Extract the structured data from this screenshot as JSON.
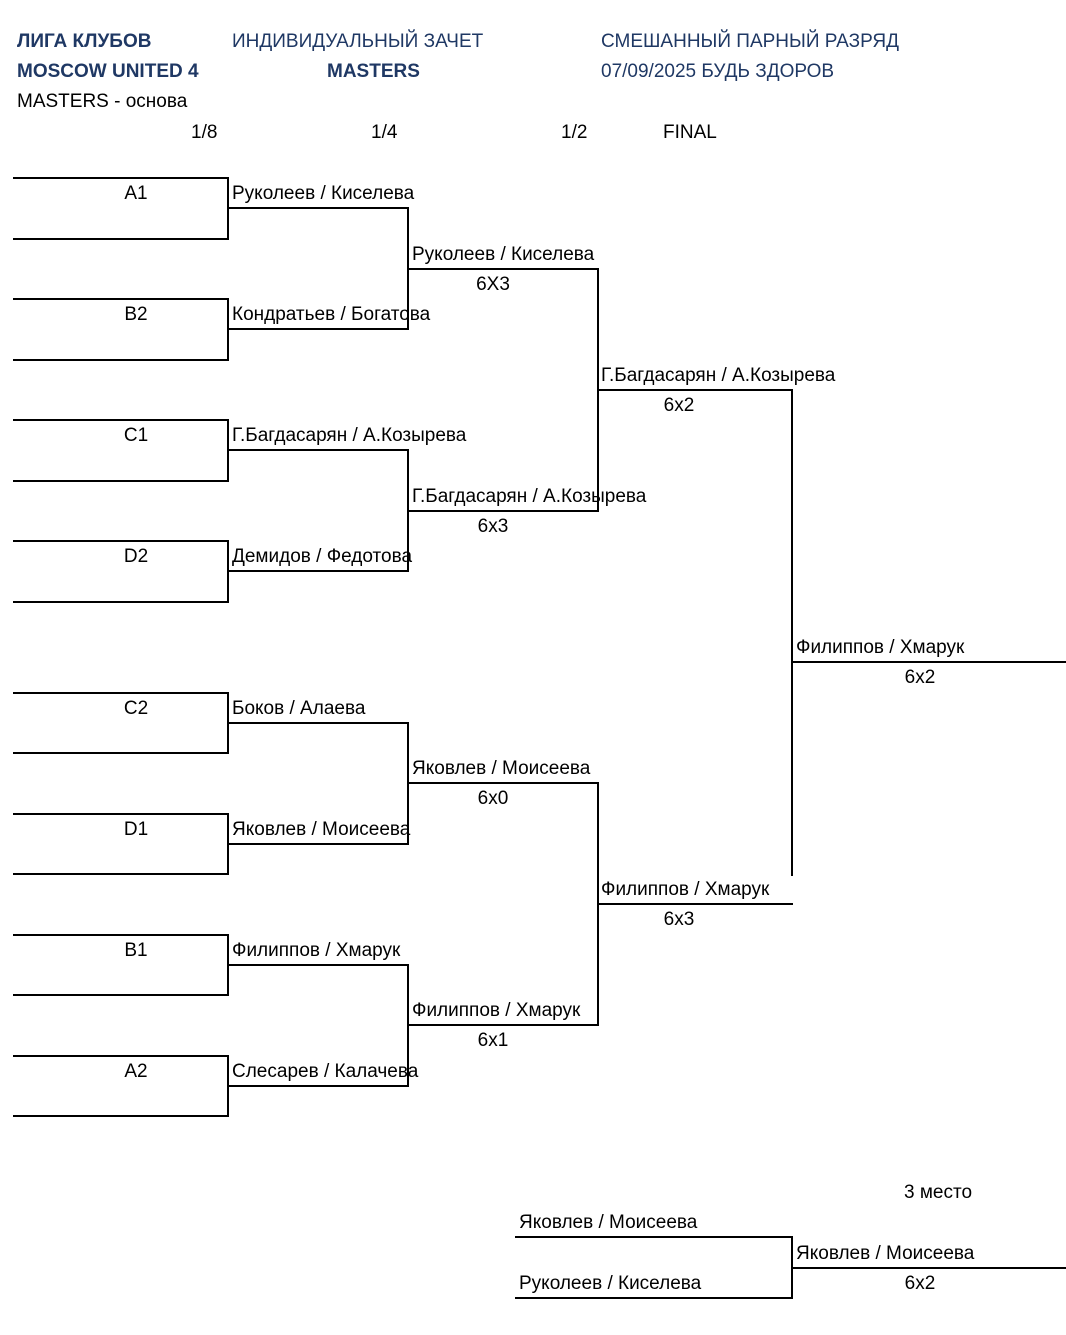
{
  "header": {
    "league": "ЛИГА КЛУБОВ",
    "tournament": "MOSCOW UNITED 4",
    "division": "MASTERS - основа",
    "event_type": "ИНДИВИДУАЛЬНЫЙ ЗАЧЕТ",
    "level": "MASTERS",
    "category": "СМЕШАННЫЙ ПАРНЫЙ РАЗРЯД",
    "date_venue": "07/09/2025 БУДЬ ЗДОРОВ"
  },
  "columns": [
    "1/8",
    "1/4",
    "1/2",
    "FINAL"
  ],
  "round_of_16": [
    {
      "seed": "A1",
      "pair": "Руколеев / Киселева"
    },
    {
      "seed": "B2",
      "pair": "Кондратьев / Богатова"
    },
    {
      "seed": "C1",
      "pair": "Г.Багдасарян / А.Козырева"
    },
    {
      "seed": "D2",
      "pair": "Демидов / Федотова"
    },
    {
      "seed": "C2",
      "pair": "Боков / Алаева"
    },
    {
      "seed": "D1",
      "pair": "Яковлев / Моисеева"
    },
    {
      "seed": "B1",
      "pair": "Филиппов / Хмарук"
    },
    {
      "seed": "A2",
      "pair": "Слесарев / Калачева"
    }
  ],
  "quarterfinals": [
    {
      "winner": "Руколеев / Киселева",
      "score": "6Х3"
    },
    {
      "winner": "Г.Багдасарян / А.Козырева",
      "score": "6х3"
    },
    {
      "winner": "Яковлев / Моисеева",
      "score": "6х0"
    },
    {
      "winner": "Филиппов / Хмарук",
      "score": "6х1"
    }
  ],
  "semifinals": [
    {
      "winner": "Г.Багдасарян / А.Козырева",
      "score": "6х2"
    },
    {
      "winner": "Филиппов / Хмарук",
      "score": "6х3"
    }
  ],
  "final": {
    "winner": "Филиппов / Хмарук",
    "score": "6х2"
  },
  "third_place": {
    "label": "3 место",
    "player_top": "Яковлев / Моисеева",
    "player_bottom": "Руколеев / Киселева",
    "winner": "Яковлев / Моисеева",
    "score": "6х2"
  },
  "colors": {
    "header_navy": "#1f3864",
    "line": "#000000",
    "text": "#000000"
  }
}
